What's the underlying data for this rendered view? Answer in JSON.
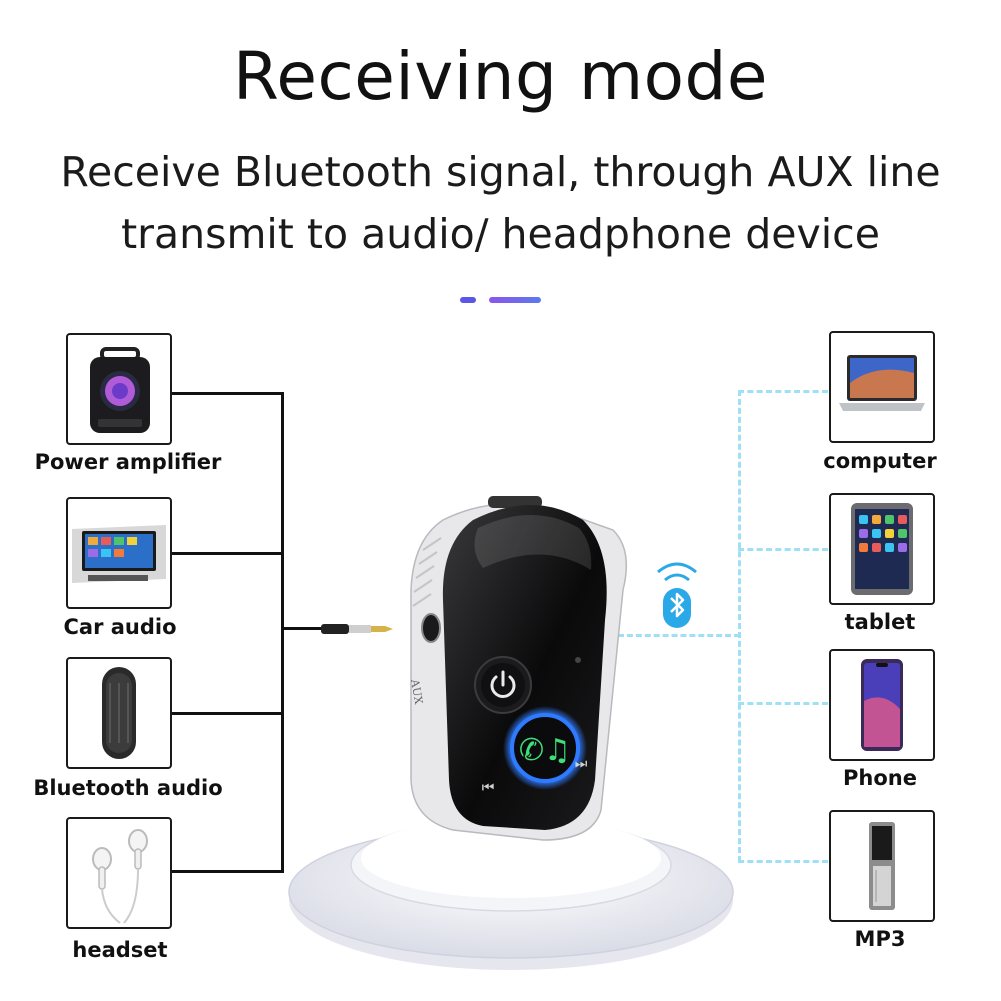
{
  "header": {
    "title": "Receiving mode",
    "subtitle_line1": "Receive Bluetooth signal, through AUX line",
    "subtitle_line2": "transmit to audio/ headphone device"
  },
  "left_devices": [
    {
      "label": "Power amplifier",
      "icon": "speaker-icon"
    },
    {
      "label": "Car audio",
      "icon": "car-stereo-icon"
    },
    {
      "label": "Bluetooth audio",
      "icon": "bluetooth-speaker-icon"
    },
    {
      "label": "headset",
      "icon": "earphones-icon"
    }
  ],
  "right_devices": [
    {
      "label": "computer",
      "icon": "laptop-icon"
    },
    {
      "label": "tablet",
      "icon": "tablet-icon"
    },
    {
      "label": "Phone",
      "icon": "phone-icon"
    },
    {
      "label": "MP3",
      "icon": "mp3-player-icon"
    }
  ],
  "product": {
    "jack_label": "AUX",
    "icons": [
      "power-icon",
      "call-music-icon",
      "previous-track-icon",
      "next-track-icon"
    ]
  },
  "colors": {
    "accent_dash_1": "#5b56e6",
    "accent_dash_2": "#8b55ee",
    "wireless_line": "#9fe0f5",
    "bluetooth_blue": "#2aa8e8",
    "ring_glow": "#2f7bff",
    "led_green": "#3ee07a"
  }
}
